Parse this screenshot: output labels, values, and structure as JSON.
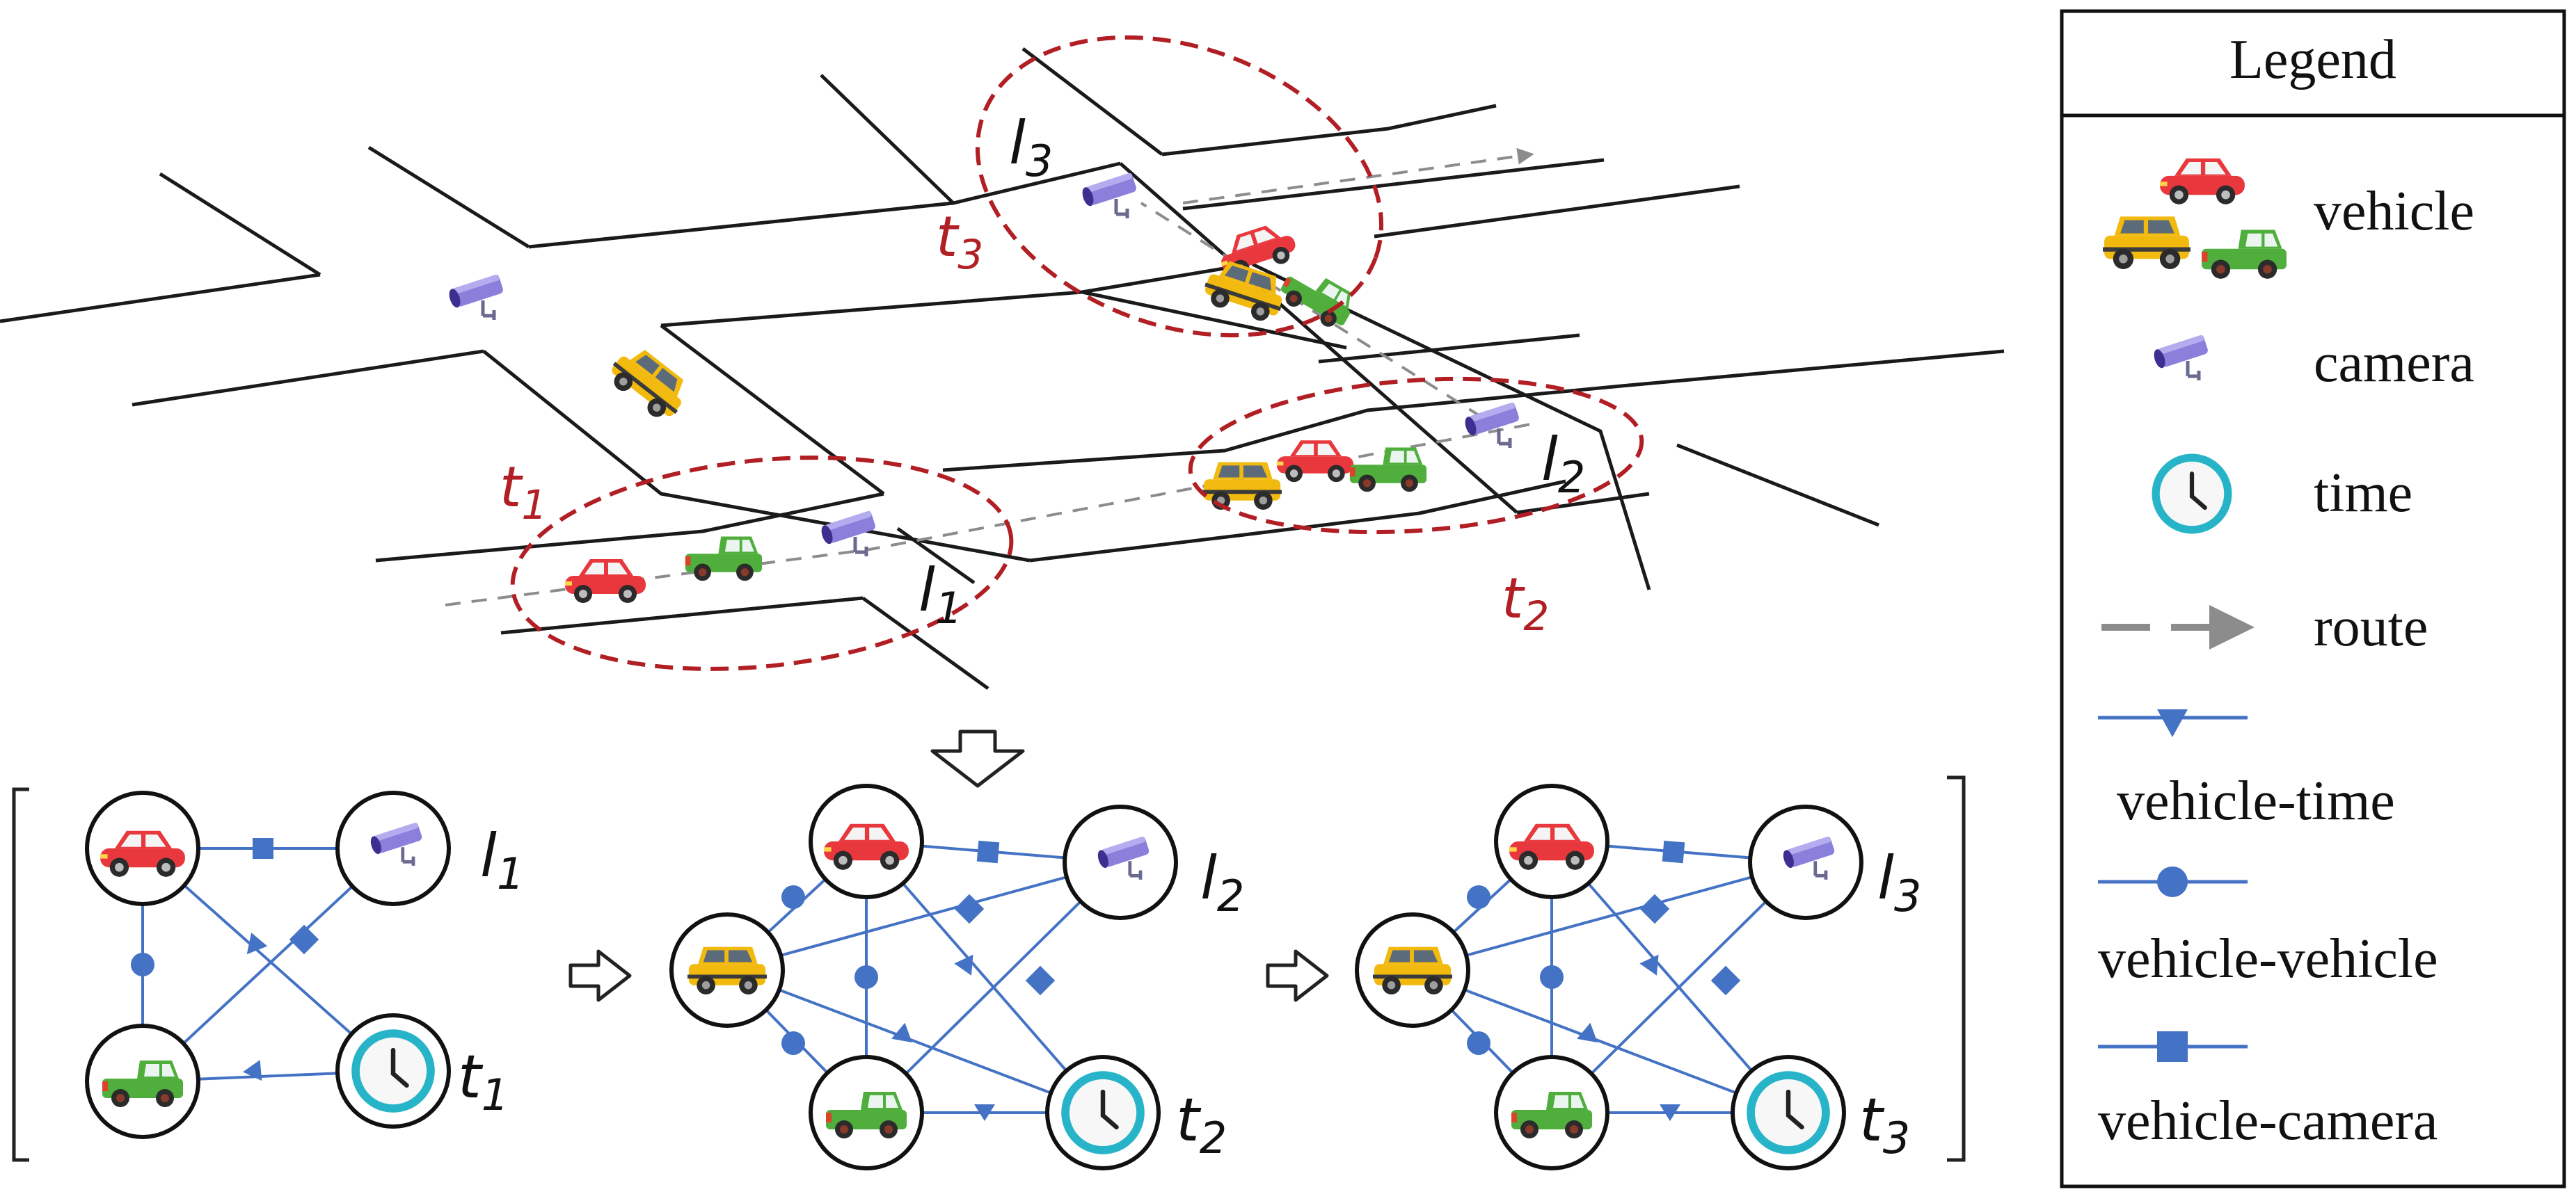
{
  "legend": {
    "title": "Legend",
    "items": [
      {
        "key": "vehicle",
        "label": "vehicle",
        "icon": "vehicle-icon"
      },
      {
        "key": "camera",
        "label": "camera",
        "icon": "camera-icon"
      },
      {
        "key": "time",
        "label": "time",
        "icon": "clock-icon"
      },
      {
        "key": "route",
        "label": "route",
        "icon": "dashed-arrow-icon"
      },
      {
        "key": "vehicle_time",
        "label": "vehicle-time",
        "icon": "triangle-edge-icon"
      },
      {
        "key": "vehicle_vehicle",
        "label": "vehicle-vehicle",
        "icon": "circle-edge-icon"
      },
      {
        "key": "vehicle_camera",
        "label": "vehicle-camera",
        "icon": "square-edge-icon"
      }
    ]
  },
  "scene": {
    "locations": [
      {
        "base": "l",
        "sub": "1"
      },
      {
        "base": "l",
        "sub": "2"
      },
      {
        "base": "l",
        "sub": "3"
      }
    ],
    "times": [
      {
        "base": "t",
        "sub": "1"
      },
      {
        "base": "t",
        "sub": "2"
      },
      {
        "base": "t",
        "sub": "3"
      }
    ]
  },
  "graphs": [
    {
      "camera": {
        "base": "l",
        "sub": "1"
      },
      "time": {
        "base": "t",
        "sub": "1"
      }
    },
    {
      "camera": {
        "base": "l",
        "sub": "2"
      },
      "time": {
        "base": "t",
        "sub": "2"
      }
    },
    {
      "camera": {
        "base": "l",
        "sub": "3"
      },
      "time": {
        "base": "t",
        "sub": "3"
      }
    }
  ],
  "colors": {
    "road": "#1a1a1a",
    "ellipse": "#b11f24",
    "time_label": "#b11f24",
    "edge": "#4472c4",
    "route": "#8c8c8c",
    "vehicle_red": "#e8383d",
    "vehicle_yellow": "#f2b90f",
    "vehicle_green": "#4fae3c",
    "camera": "#7a6fd0",
    "clock_ring": "#27b4c8"
  }
}
